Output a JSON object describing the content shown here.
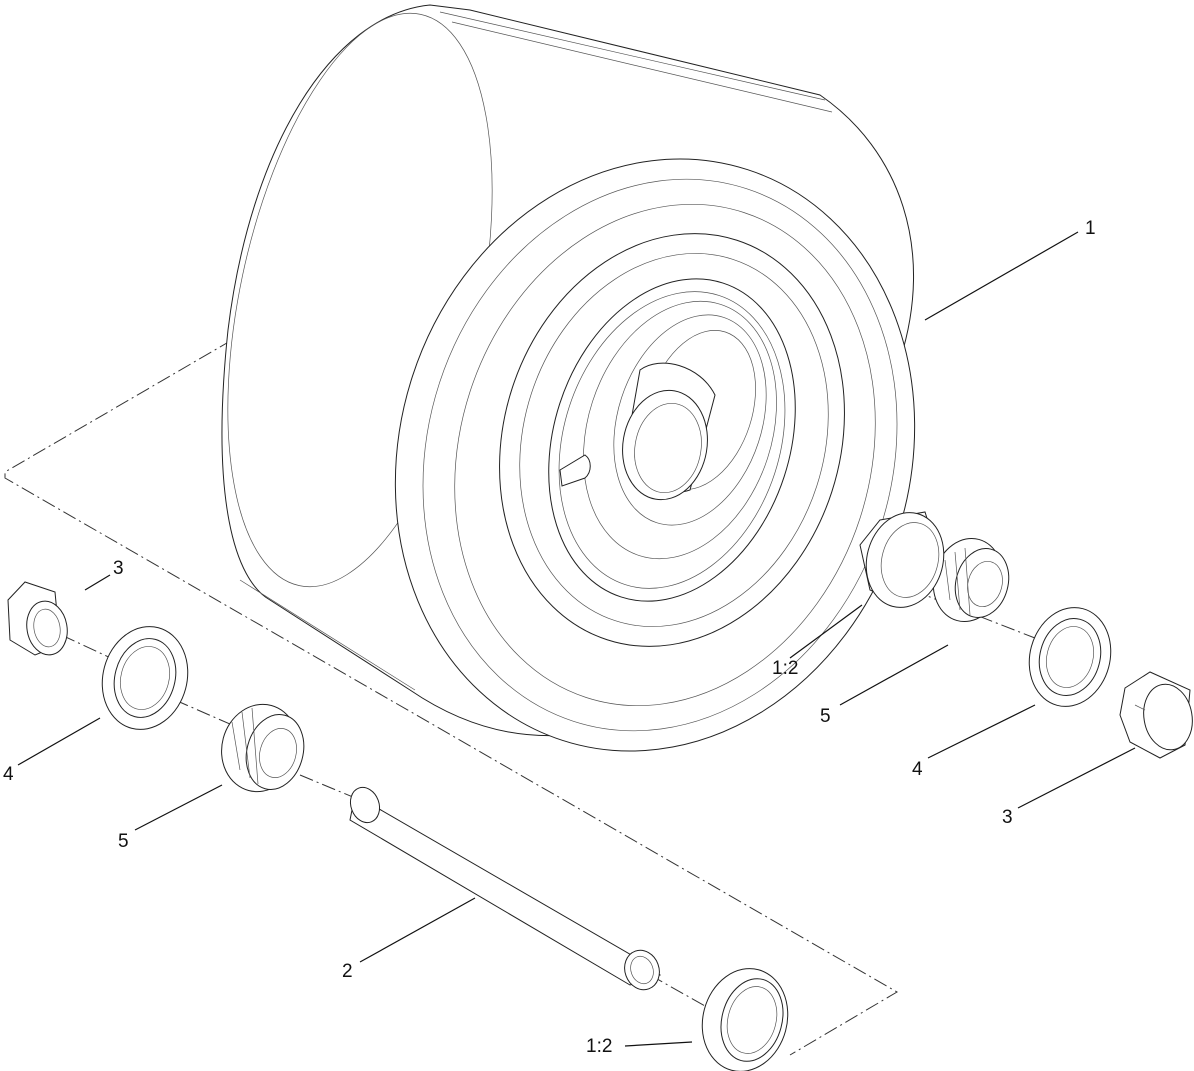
{
  "callouts": {
    "c1": "1",
    "c2": "2",
    "c3_left": "3",
    "c3_right": "3",
    "c4_left": "4",
    "c4_right": "4",
    "c5_left": "5",
    "c5_right": "5",
    "c12_top": "1:2",
    "c12_bottom": "1:2"
  },
  "colors": {
    "line": "#222222",
    "background": "#ffffff"
  }
}
